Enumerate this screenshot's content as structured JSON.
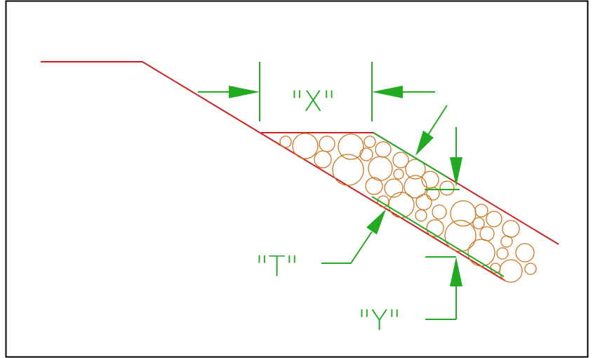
{
  "labels": {
    "x": "\"X\"",
    "t": "\"T\"",
    "y": "\"Y\""
  },
  "colors": {
    "slope": "#cc2222",
    "dimension": "#22aa22",
    "stones": "#cc7722",
    "border": "#000000"
  }
}
